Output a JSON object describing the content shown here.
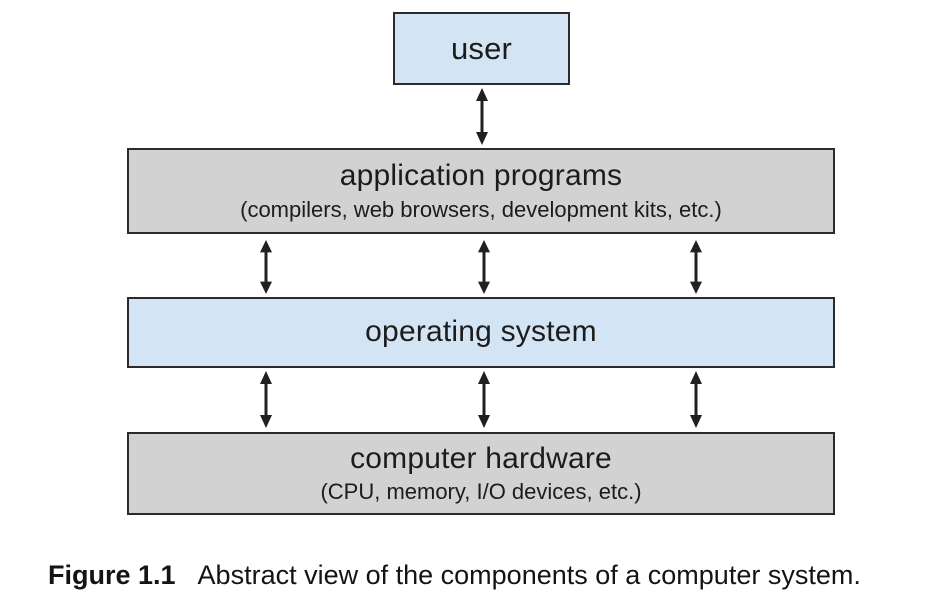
{
  "diagram": {
    "title_semantic": "Abstract view of the components of a computer system",
    "layers": [
      {
        "id": "user",
        "title": "user",
        "subtitle": "",
        "fill": "blue"
      },
      {
        "id": "application-programs",
        "title": "application programs",
        "subtitle": "(compilers, web browsers, development kits, etc.)",
        "fill": "gray"
      },
      {
        "id": "operating-system",
        "title": "operating system",
        "subtitle": "",
        "fill": "blue"
      },
      {
        "id": "computer-hardware",
        "title": "computer hardware",
        "subtitle": "(CPU, memory, I/O devices, etc.)",
        "fill": "gray"
      }
    ],
    "connections": [
      {
        "from": "user",
        "to": "application-programs",
        "type": "double-arrow",
        "count": 1
      },
      {
        "from": "application-programs",
        "to": "operating-system",
        "type": "double-arrow",
        "count": 3
      },
      {
        "from": "operating-system",
        "to": "computer-hardware",
        "type": "double-arrow",
        "count": 3
      }
    ],
    "colors": {
      "blue_fill": "#d3e5f4",
      "gray_fill": "#d2d2d2",
      "border": "#2b2b2b",
      "arrow": "#231f20",
      "background": "#ffffff"
    }
  },
  "caption": {
    "label": "Figure 1.1",
    "text": "Abstract view of the components of a computer system."
  }
}
